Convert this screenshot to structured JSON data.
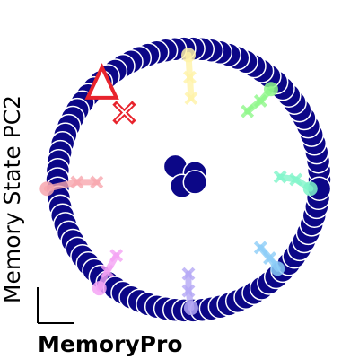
{
  "chart_data": {
    "type": "scatter",
    "title": "MemoryPro",
    "xlabel": "",
    "ylabel": "Memory State PC2",
    "colors": {
      "points": "#0c0787",
      "target": "#e8242d"
    },
    "xlim": [
      -1.25,
      1.25
    ],
    "ylim": [
      -1.25,
      1.25
    ],
    "ring": {
      "count": 90,
      "radius": 1.0
    },
    "center_cluster": [
      {
        "x": -0.1,
        "y": 0.1
      },
      {
        "x": 0.05,
        "y": 0.05
      },
      {
        "x": -0.05,
        "y": -0.05
      },
      {
        "x": 0.05,
        "y": -0.02
      }
    ],
    "trajectories": [
      {
        "color": "#fff2a8",
        "points": [
          {
            "x": 0.0,
            "y": 0.95
          },
          {
            "x": 0.01,
            "y": 0.78
          },
          {
            "x": 0.02,
            "y": 0.62
          }
        ]
      },
      {
        "color": "#8ef78a",
        "points": [
          {
            "x": 0.63,
            "y": 0.69
          },
          {
            "x": 0.55,
            "y": 0.6
          },
          {
            "x": 0.45,
            "y": 0.52
          }
        ]
      },
      {
        "color": "#7ff5c9",
        "points": [
          {
            "x": 0.93,
            "y": -0.07
          },
          {
            "x": 0.82,
            "y": 0.0
          },
          {
            "x": 0.7,
            "y": 0.02
          }
        ]
      },
      {
        "color": "#8ccdf7",
        "points": [
          {
            "x": 0.68,
            "y": -0.68
          },
          {
            "x": 0.62,
            "y": -0.6
          },
          {
            "x": 0.55,
            "y": -0.52
          }
        ]
      },
      {
        "color": "#b4a8f5",
        "points": [
          {
            "x": 0.02,
            "y": -0.98
          },
          {
            "x": 0.0,
            "y": -0.85
          },
          {
            "x": 0.0,
            "y": -0.72
          }
        ]
      },
      {
        "color": "#f4a3f4",
        "points": [
          {
            "x": -0.68,
            "y": -0.83
          },
          {
            "x": -0.62,
            "y": -0.7
          },
          {
            "x": -0.55,
            "y": -0.58
          }
        ]
      },
      {
        "color": "#f7a6ae",
        "points": [
          {
            "x": -1.08,
            "y": -0.07
          },
          {
            "x": -0.85,
            "y": -0.02
          },
          {
            "x": -0.7,
            "y": -0.02
          }
        ]
      }
    ],
    "target": {
      "triangle": {
        "x": -0.66,
        "y": 0.72
      },
      "cross": {
        "x": -0.49,
        "y": 0.51
      }
    },
    "grid": false,
    "legend": "none"
  }
}
